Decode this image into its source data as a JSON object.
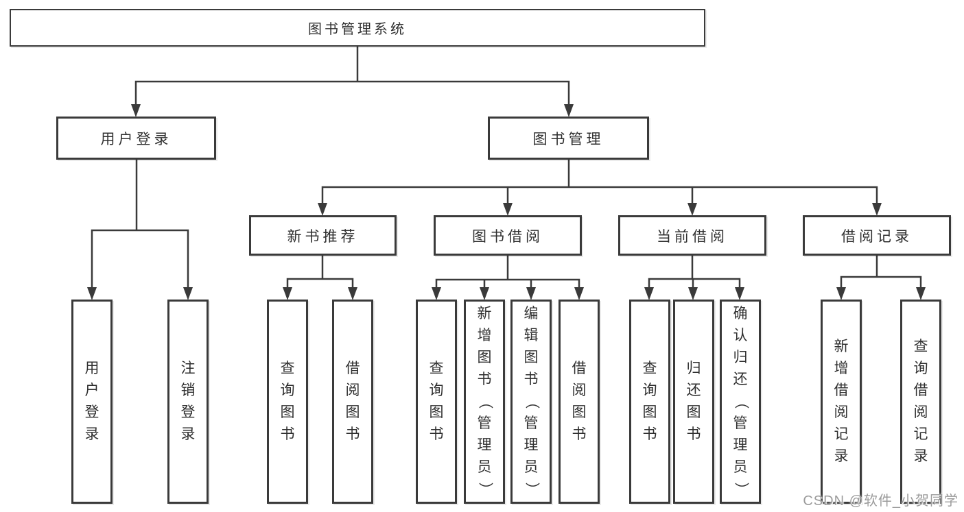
{
  "tree": {
    "label": "图书管理系统",
    "children": [
      {
        "label": "用户登录",
        "children": [
          {
            "label": "用户登录"
          },
          {
            "label": "注销登录"
          }
        ]
      },
      {
        "label": "图书管理",
        "children": [
          {
            "label": "新书推荐",
            "children": [
              {
                "label": "查询图书"
              },
              {
                "label": "借阅图书"
              }
            ]
          },
          {
            "label": "图书借阅",
            "children": [
              {
                "label": "查询图书"
              },
              {
                "label": "新增图书（管理员）"
              },
              {
                "label": "编辑图书（管理员）"
              },
              {
                "label": "借阅图书"
              }
            ]
          },
          {
            "label": "当前借阅",
            "children": [
              {
                "label": "查询图书"
              },
              {
                "label": "归还图书"
              },
              {
                "label": "确认归还（管理员）"
              }
            ]
          },
          {
            "label": "借阅记录",
            "children": [
              {
                "label": "新增借阅记录"
              },
              {
                "label": "查询借阅记录"
              }
            ]
          }
        ]
      }
    ]
  },
  "watermark": "CSDN @软件_小贺同学",
  "colors": {
    "line": "#3a3a3a",
    "text": "#2f2f2f",
    "watermark": "#9b9b9b",
    "background": "#ffffff"
  }
}
